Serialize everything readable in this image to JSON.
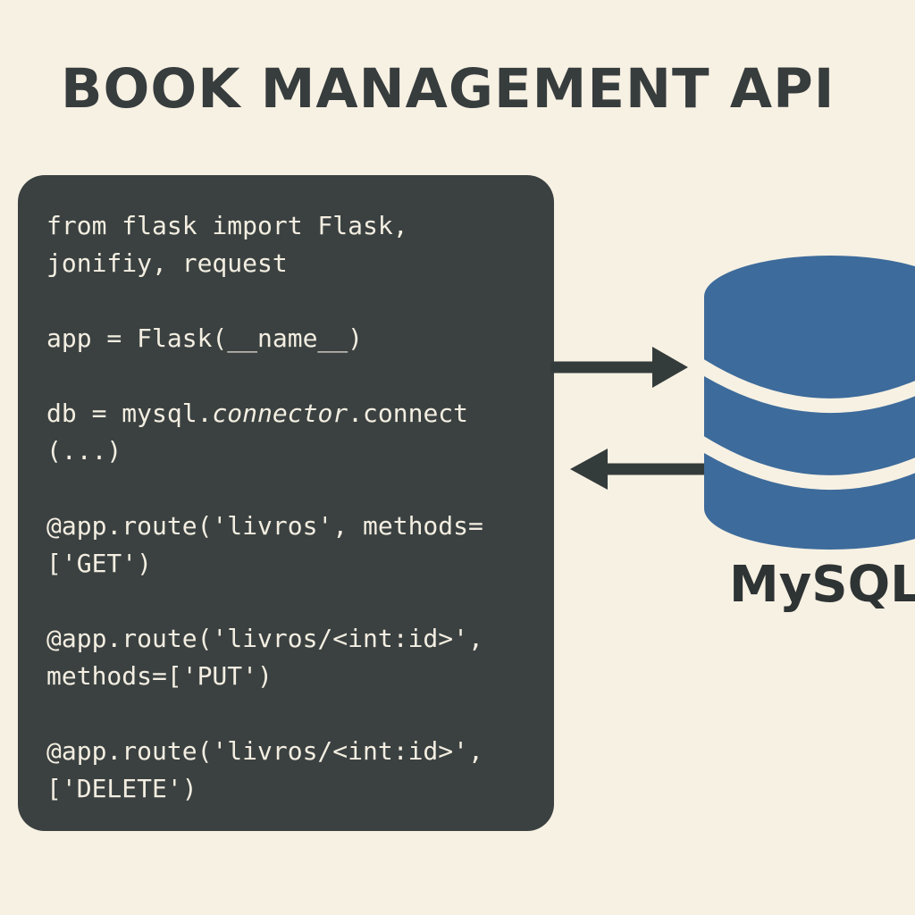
{
  "title": "BOOK MANAGEMENT API",
  "code": {
    "lines": [
      "from flask import Flask,",
      "jonifiy, request",
      "app = Flask(__name__)",
      "(...)",
      "@app.route('livros', methods=",
      "['GET')",
      "@app.route('livros/<int:id>',",
      "methods=['PUT')",
      "@app.route('livros/<int:id>',",
      "['DELETE')"
    ],
    "db_line": {
      "prefix": "db = mysql.",
      "italic": "connector",
      "suffix": ".connect"
    }
  },
  "database": {
    "label": "MySQL"
  },
  "colors": {
    "background": "#f7f1e3",
    "code_panel": "#3b4141",
    "code_text": "#f3eee1",
    "arrow": "#343b3b",
    "database_blue": "#3d6b9b",
    "database_gap": "#f7f1e3",
    "title_text": "#373c3d"
  }
}
